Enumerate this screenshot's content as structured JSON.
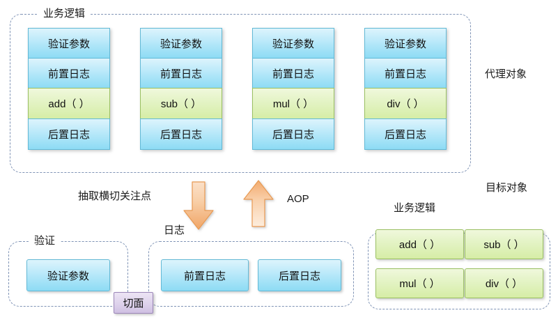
{
  "diagram": {
    "title_note": "AOP proxy object diagram",
    "colors": {
      "cell_blue": "#8fdcf5",
      "cell_green": "#d6eda6",
      "group_border": "#7f93b5",
      "arrow_orange": "#f0a868",
      "badge_purple": "#cfc0e2"
    }
  },
  "proxy_section": {
    "group_label": "业务逻辑",
    "side_label": "代理对象",
    "row_labels": {
      "validate": "验证参数",
      "before_log": "前置日志",
      "after_log": "后置日志"
    },
    "columns": [
      {
        "validate": "验证参数",
        "before_log": "前置日志",
        "method": "add（ ）",
        "after_log": "后置日志"
      },
      {
        "validate": "验证参数",
        "before_log": "前置日志",
        "method": "sub（ ）",
        "after_log": "后置日志"
      },
      {
        "validate": "验证参数",
        "before_log": "前置日志",
        "method": "mul（ ）",
        "after_log": "后置日志"
      },
      {
        "validate": "验证参数",
        "before_log": "前置日志",
        "method": "div（ ）",
        "after_log": "后置日志"
      }
    ]
  },
  "middle": {
    "extract_label": "抽取横切关注点",
    "aop_label": "AOP",
    "log_caption": "日志",
    "down_arrow": "down-arrow",
    "up_arrow": "up-arrow"
  },
  "aspect_section": {
    "validate_group_label": "验证",
    "validate_items": [
      "验证参数"
    ],
    "log_group_label": "日志",
    "log_items": [
      "前置日志",
      "后置日志"
    ],
    "aspect_badge": "切面"
  },
  "target_section": {
    "side_label": "目标对象",
    "group_label": "业务逻辑",
    "methods": [
      "add（ ）",
      "sub（ ）",
      "mul（ ）",
      "div（ ）"
    ]
  }
}
